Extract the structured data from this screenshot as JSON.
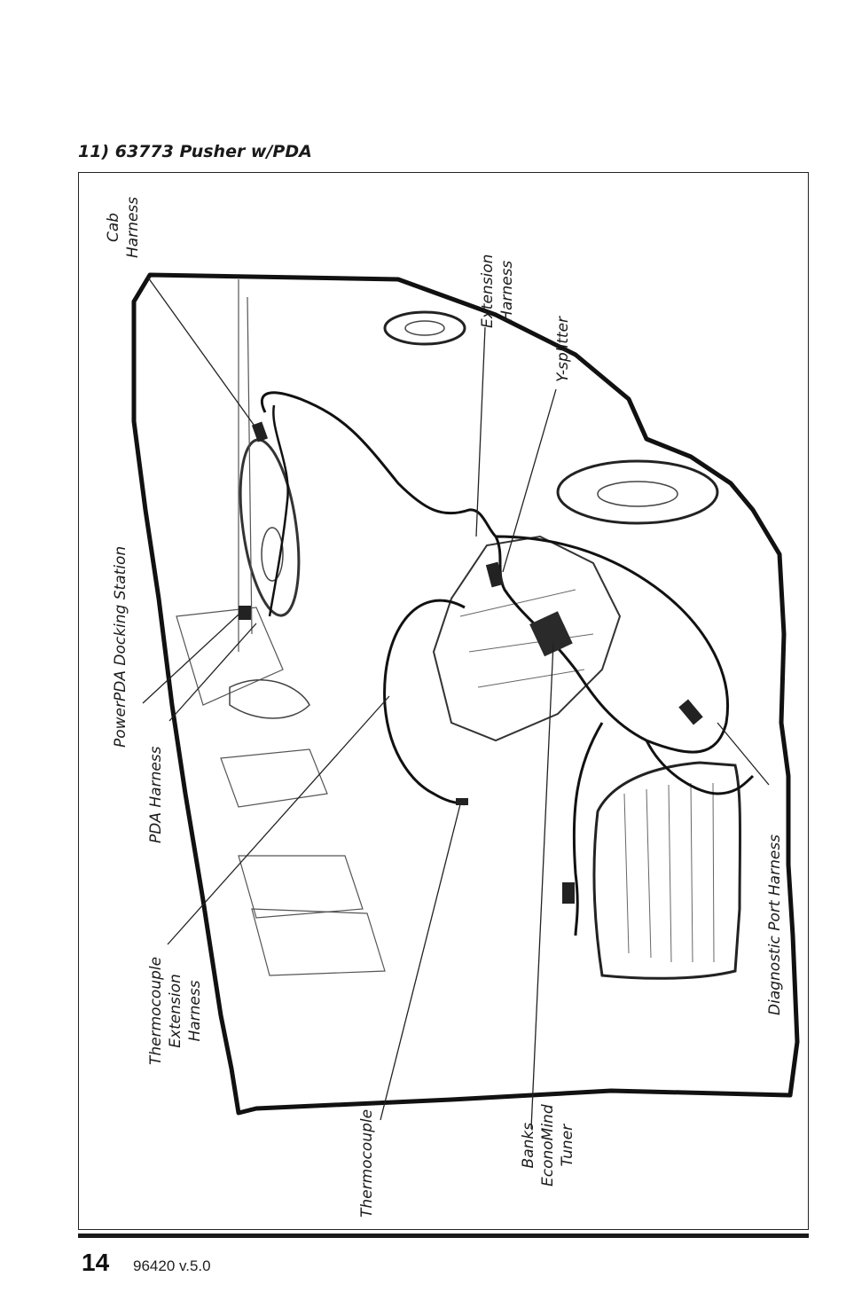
{
  "heading": "11) 63773 Pusher w/PDA",
  "footer": {
    "page_number": "14",
    "doc_id": "96420 v.5.0"
  },
  "labels": {
    "cab_harness": [
      "Cab",
      "Harness"
    ],
    "extension_harness": [
      "Extension",
      "Harness"
    ],
    "y_splitter": [
      "Y-splitter"
    ],
    "powerpda_docking_station": [
      "PowerPDA Docking Station"
    ],
    "pda_harness": [
      "PDA Harness"
    ],
    "thermocouple_extension_harness": [
      "Thermocouple",
      "Extension",
      "Harness"
    ],
    "thermocouple": [
      "Thermocouple"
    ],
    "banks_economind_tuner": [
      "Banks",
      "EconoMind",
      "Tuner"
    ],
    "diagnostic_port_harness": [
      "Diagnostic Port Harness"
    ]
  }
}
